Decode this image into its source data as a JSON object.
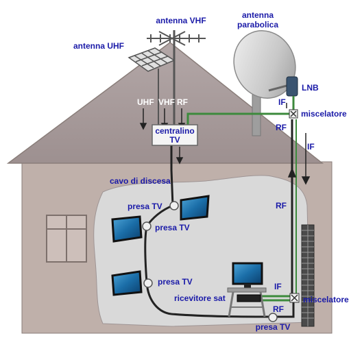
{
  "labels": {
    "antenna_vhf": "antenna VHF",
    "antenna_uhf": "antenna UHF",
    "antenna_parabolica_1": "antenna",
    "antenna_parabolica_2": "parabolica",
    "lnb": "LNB",
    "uhf": "UHF",
    "vhf": "VHF",
    "rf_top": "RF",
    "centralino_1": "centralino",
    "centralino_2": "TV",
    "if_top": "IF",
    "miscelatore_top": "miscelatore",
    "rf_roof": "RF",
    "if_right": "IF",
    "cavo_discesa": "cavo di discesa",
    "presa_tv_1": "presa TV",
    "presa_tv_2": "presa TV",
    "presa_tv_3": "presa TV",
    "rf_mid": "RF",
    "if_bottom": "IF",
    "ricevitore_sat": "ricevitore sat",
    "rf_bottom": "RF",
    "miscelatore_bottom": "miscelatore",
    "presa_tv_4": "presa TV"
  },
  "colors": {
    "label_blue": "#1a1aa8",
    "roof": "#a89a9a",
    "wall": "#bfb0aa",
    "room": "#d9d9d9",
    "satellite_cable": "#3c8a3c",
    "cable": "#222222"
  }
}
